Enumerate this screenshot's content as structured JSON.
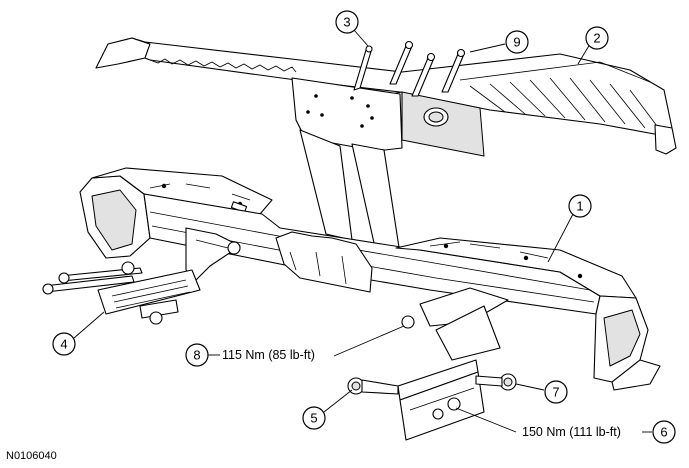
{
  "figure_id": "N0106040",
  "callouts": {
    "c1": "1",
    "c2": "2",
    "c3": "3",
    "c4": "4",
    "c5": "5",
    "c6": "6",
    "c7": "7",
    "c8": "8",
    "c9": "9"
  },
  "torque_specs": {
    "item8": "115 Nm (85 lb-ft)",
    "item6": "150 Nm (111 lb-ft)"
  }
}
